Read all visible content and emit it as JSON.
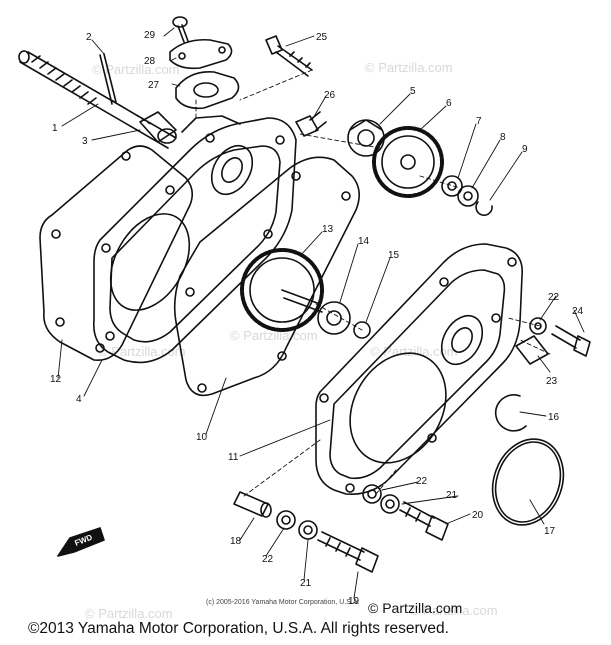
{
  "watermarks": [
    "© Partzilla.com",
    "© Partzilla.com",
    "© Partzilla.com",
    "© Partzilla.com",
    "© Partzilla.com",
    "© Partzilla.com",
    "© Partzilla.com"
  ],
  "diagram_notice": "(c) 2005-2016 Yamaha Motor Corporation, U.S.A.",
  "brand": "© Partzilla.com",
  "copyright": "©2013 Yamaha Motor Corporation, U.S.A. All rights reserved.",
  "fwd_label": "FWD",
  "callouts": [
    "1",
    "2",
    "3",
    "4",
    "5",
    "6",
    "7",
    "8",
    "9",
    "10",
    "11",
    "12",
    "13",
    "14",
    "15",
    "16",
    "17",
    "18",
    "19",
    "20",
    "21",
    "21",
    "22",
    "22",
    "22",
    "23",
    "24",
    "25",
    "26",
    "27",
    "28",
    "29"
  ]
}
